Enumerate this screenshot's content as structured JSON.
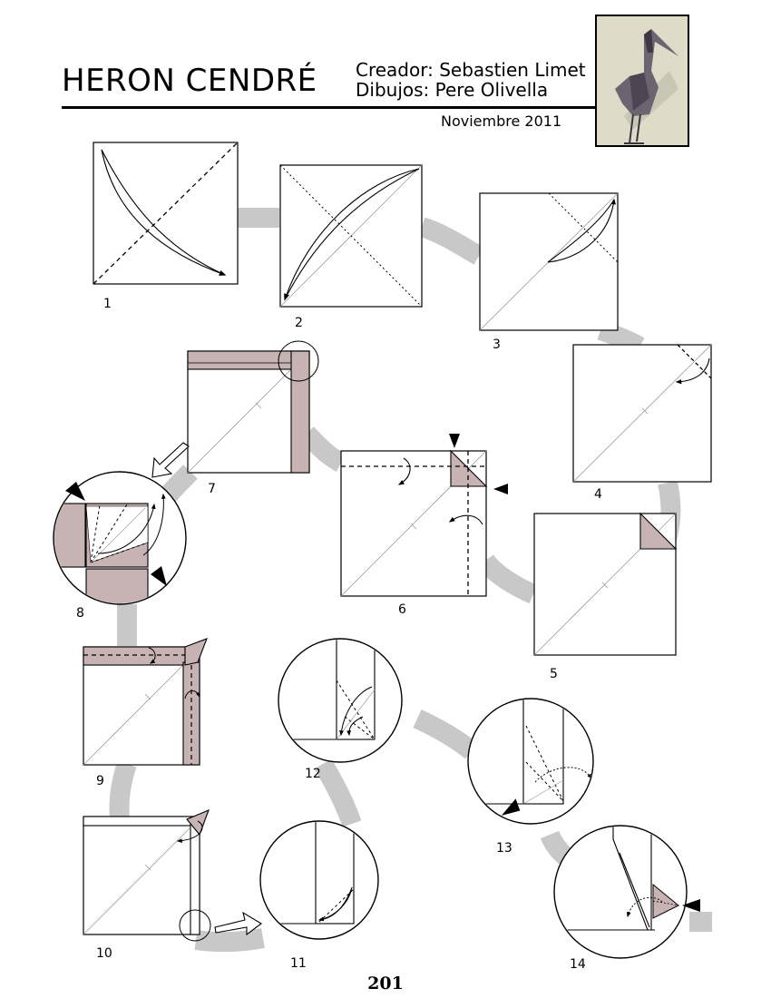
{
  "header": {
    "title": "HERON CENDRÉ",
    "creator": "Creador: Sebastien Limet",
    "drawings": "Dibujos: Pere Olivella",
    "date": "Noviembre 2011"
  },
  "steps": [
    "1",
    "2",
    "3",
    "4",
    "5",
    "6",
    "7",
    "8",
    "9",
    "10",
    "11",
    "12",
    "13",
    "14"
  ],
  "page_number": "201",
  "colors": {
    "paper_colored": "#c7b3b3",
    "path_band": "#c8c8c8",
    "line": "#000000",
    "crease": "#9a9a9a"
  }
}
